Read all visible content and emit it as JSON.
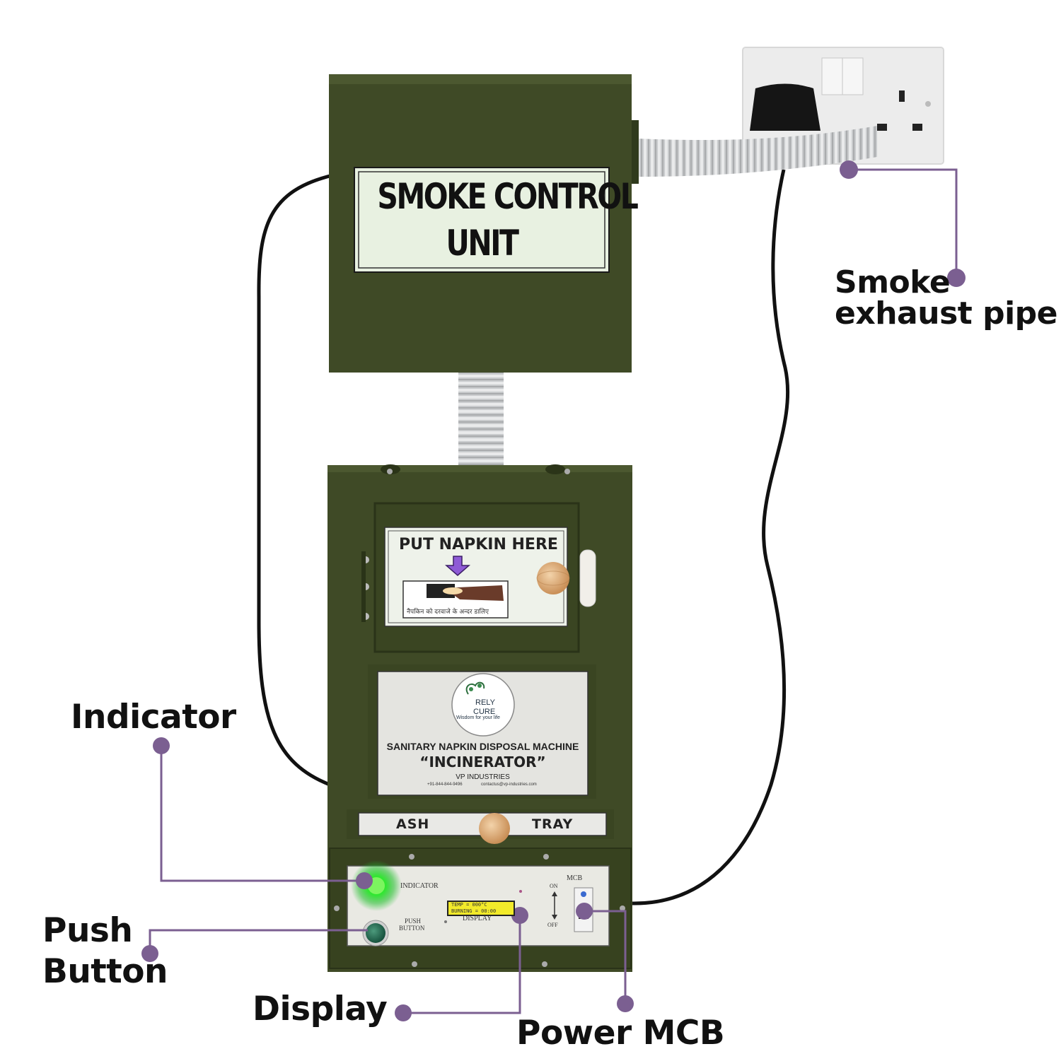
{
  "colors": {
    "cabinet": "#3f4a26",
    "cabinet_dark": "#2f3a1c",
    "label_bg": "#e8f1e1",
    "plate_bg": "#e4e4e0",
    "callout_line": "#7b5f91",
    "callout_text": "#111111",
    "indicator_glow": "#2ee82e",
    "lcd": "#f2ea2a"
  },
  "smoke_unit": {
    "label_line1": "SMOKE CONTROL",
    "label_line2": "UNIT"
  },
  "napkin_panel": {
    "title": "PUT NAPKIN HERE",
    "hindi_caption": "नैपकिन को दरवाजे के अन्दर डालिए",
    "arrow_icon": "arrow-down-icon"
  },
  "brand_plate": {
    "logo_line1": "RELY",
    "logo_line2": "CURE",
    "logo_tagline": "Wisdom for your life",
    "title": "SANITARY NAPKIN DISPOSAL MACHINE",
    "subtitle": "“INCINERATOR”",
    "company": "VP INDUSTRIES",
    "contact": "+91-844-844-9496",
    "email": "contactus@vp-industries.com"
  },
  "ash_tray": {
    "left": "ASH",
    "right": "TRAY"
  },
  "control_panel": {
    "indicator_label": "INDICATOR",
    "push_button_label_1": "PUSH",
    "push_button_label_2": "BUTTON",
    "display_label": "DISPLAY",
    "lcd_line1": "TEMP = 000°C",
    "lcd_line2": "BURNING = 00:00",
    "mcb_label": "MCB",
    "mcb_on": "ON",
    "mcb_off": "OFF"
  },
  "callouts": {
    "smoke_pipe_1": "Smoke",
    "smoke_pipe_2": "exhaust pipe",
    "indicator": "Indicator",
    "push_button_1": "Push",
    "push_button_2": "Button",
    "display": "Display",
    "power_mcb": "Power MCB"
  }
}
